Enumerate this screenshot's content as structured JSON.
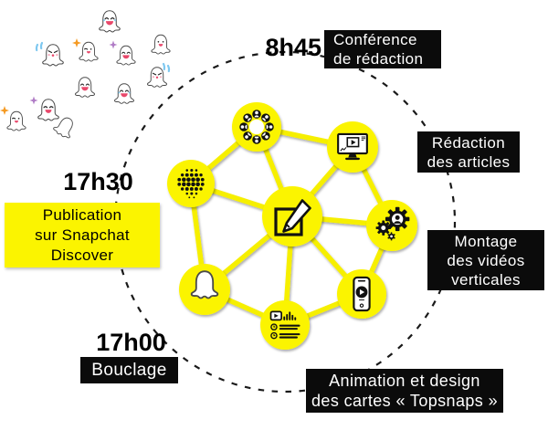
{
  "colors": {
    "snapchat_yellow": "#FBF400",
    "label_box_black": "#0B0B0B",
    "label_text_white": "#FFFFFF",
    "dash_circle_black": "#1A1A1A"
  },
  "schedule": {
    "conference": {
      "time": "8h45",
      "line1": "Conférence",
      "line2": "de rédaction"
    },
    "redaction": {
      "line1": "Rédaction",
      "line2": "des articles"
    },
    "montage": {
      "line1": "Montage",
      "line2": "des vidéos",
      "line3": "verticales"
    },
    "animation": {
      "line1": "Animation et design",
      "line2": "des cartes « Topsnaps »"
    },
    "bouclage": {
      "time": "17h00",
      "line1": "Bouclage"
    },
    "publication": {
      "time": "17h30",
      "line1": "Publication",
      "line2": "sur Snapchat",
      "line3": "Discover"
    }
  },
  "network_nodes": [
    {
      "id": "team",
      "icon": "team-meeting-icon"
    },
    {
      "id": "desktop",
      "icon": "monitor-video-icon"
    },
    {
      "id": "write",
      "icon": "edit-compose-icon"
    },
    {
      "id": "production",
      "icon": "gears-user-icon"
    },
    {
      "id": "mobile",
      "icon": "smartphone-play-icon"
    },
    {
      "id": "playlist",
      "icon": "video-playlist-icon"
    },
    {
      "id": "snapchat",
      "icon": "snapchat-ghost-icon"
    },
    {
      "id": "halftone",
      "icon": "halftone-dots-icon"
    }
  ],
  "illustration": {
    "description": "crowd of happy Snapchat ghost doodles",
    "ghost_count": 11
  }
}
